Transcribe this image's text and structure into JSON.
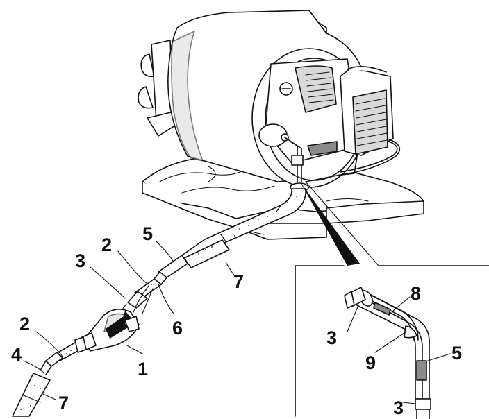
{
  "callouts": {
    "c1": "1",
    "c2a": "2",
    "c2b": "2",
    "c3a": "3",
    "c4": "4",
    "c5a": "5",
    "c6": "6",
    "c7a": "7",
    "c7b": "7",
    "c3b": "3",
    "c3c": "3",
    "c5b": "5",
    "c8": "8",
    "c9": "9"
  }
}
